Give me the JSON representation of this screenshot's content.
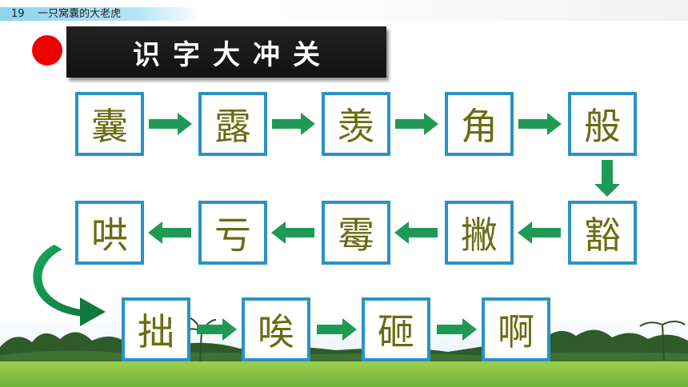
{
  "header": {
    "lesson_number": "19",
    "lesson_title": "一只窝囊的大老虎"
  },
  "banner": {
    "title": "识字大冲关"
  },
  "colors": {
    "card_border": "#2a93c2",
    "character": "#6b6b12",
    "arrow": "#1f9a55",
    "dot": "#ee0000"
  },
  "rows": [
    {
      "direction": "right",
      "chars": [
        "囊",
        "露",
        "羡",
        "角",
        "般"
      ]
    },
    {
      "direction": "left",
      "chars": [
        "哄",
        "亏",
        "霉",
        "撇",
        "豁"
      ]
    },
    {
      "direction": "right",
      "chars": [
        "拙",
        "唉",
        "砸",
        "啊"
      ]
    }
  ]
}
